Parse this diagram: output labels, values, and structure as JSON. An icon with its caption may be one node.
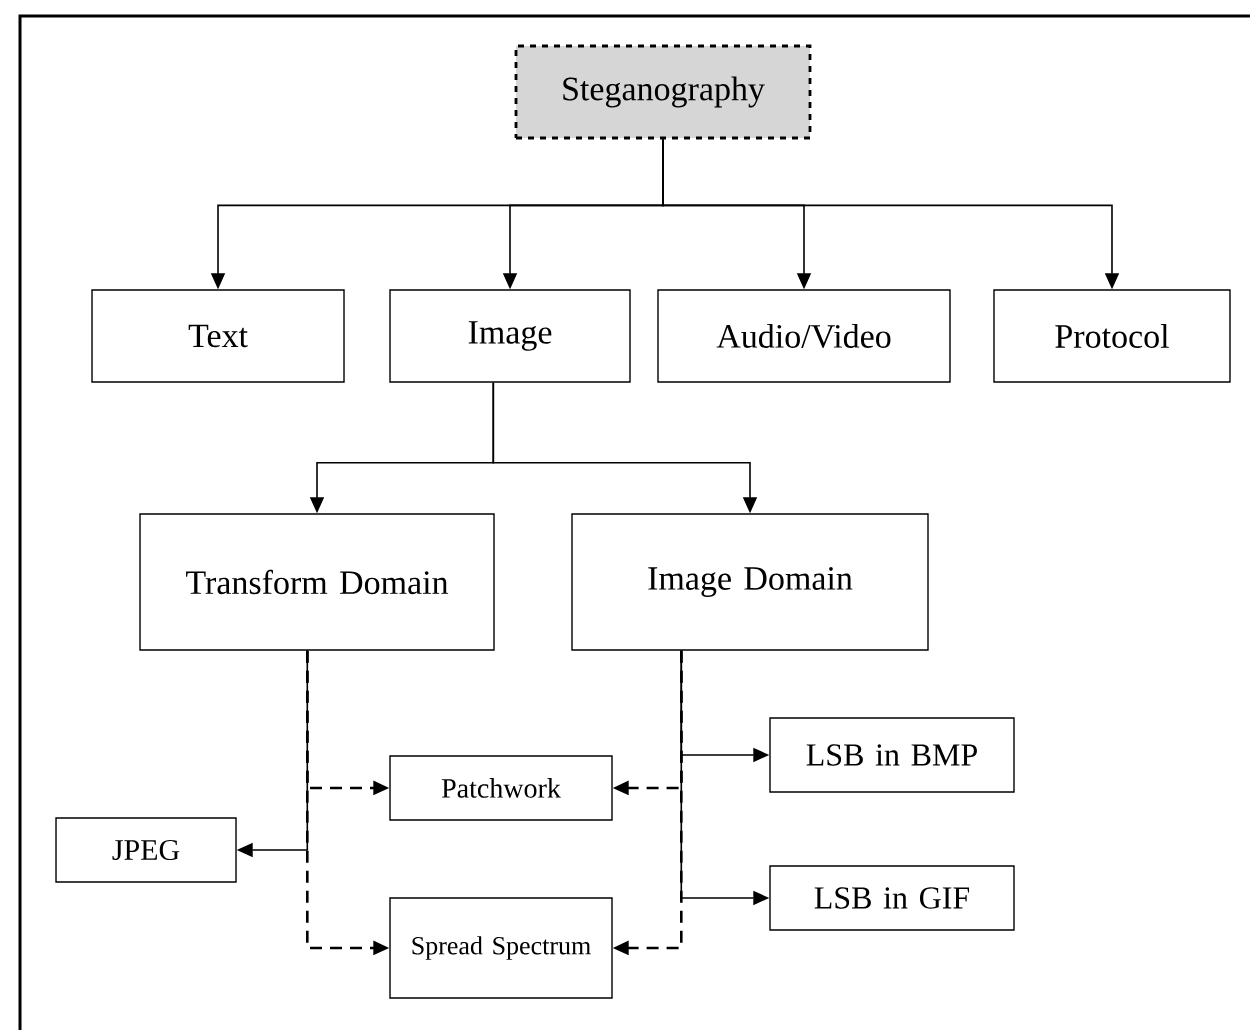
{
  "diagram": {
    "nodes": [
      {
        "text": [
          "Steganography"
        ]
      },
      {
        "text": [
          "Text"
        ]
      },
      {
        "text": [
          "Image"
        ]
      },
      {
        "text": [
          "Audio/Video"
        ]
      },
      {
        "text": [
          "Protocol"
        ]
      },
      {
        "text": [
          "Transform Domain"
        ]
      },
      {
        "text": [
          "Image Domain"
        ]
      },
      {
        "text": [
          "Patchwork"
        ]
      },
      {
        "text": [
          "JPEG"
        ]
      },
      {
        "text": [
          "Spread Spectrum"
        ]
      },
      {
        "text": [
          "LSB in BMP"
        ]
      },
      {
        "text": [
          "LSB in GIF"
        ]
      }
    ],
    "edges": [
      {
        "from": 0,
        "to": 1,
        "arrow": "to"
      },
      {
        "from": 0,
        "to": 2,
        "arrow": "to"
      },
      {
        "from": 0,
        "to": 3,
        "arrow": "to"
      },
      {
        "from": 0,
        "to": 4,
        "arrow": "to"
      },
      {
        "from": 2,
        "to": 5,
        "arrow": "to"
      },
      {
        "from": 2,
        "to": 6,
        "arrow": "to"
      },
      {
        "from": 5,
        "to": 7,
        "arrow": "to",
        "style": "dashed"
      },
      {
        "from": 5,
        "to": 8,
        "arrow": "to"
      },
      {
        "from": 5,
        "to": 9,
        "arrow": "to",
        "style": "dashed"
      },
      {
        "from": 6,
        "to": 7,
        "arrow": "to",
        "style": "dashed"
      },
      {
        "from": 6,
        "to": 9,
        "arrow": "to",
        "style": "dashed"
      },
      {
        "from": 6,
        "to": 10,
        "arrow": "to"
      },
      {
        "from": 6,
        "to": 11,
        "arrow": "to"
      }
    ]
  }
}
